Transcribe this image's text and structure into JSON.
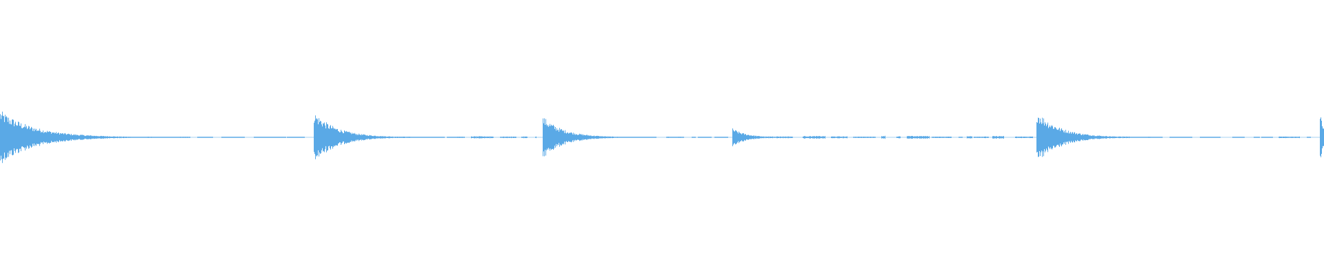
{
  "waveform": {
    "color": "#5aa9e6",
    "background": "#ffffff",
    "transients": [
      {
        "position": 0.0,
        "peak": 0.9,
        "decay": 0.075
      },
      {
        "position": 0.237,
        "peak": 0.85,
        "decay": 0.05
      },
      {
        "position": 0.41,
        "peak": 0.7,
        "decay": 0.045
      },
      {
        "position": 0.553,
        "peak": 0.3,
        "decay": 0.03
      },
      {
        "position": 0.783,
        "peak": 0.9,
        "decay": 0.05
      },
      {
        "position": 0.997,
        "peak": 0.9,
        "decay": 0.01
      }
    ],
    "noise_segments": [
      {
        "start": 0.06,
        "end": 0.23,
        "level": 0.012
      },
      {
        "start": 0.29,
        "end": 0.405,
        "level": 0.018
      },
      {
        "start": 0.455,
        "end": 0.55,
        "level": 0.014
      },
      {
        "start": 0.58,
        "end": 0.78,
        "level": 0.03
      },
      {
        "start": 0.83,
        "end": 0.99,
        "level": 0.015
      }
    ]
  }
}
